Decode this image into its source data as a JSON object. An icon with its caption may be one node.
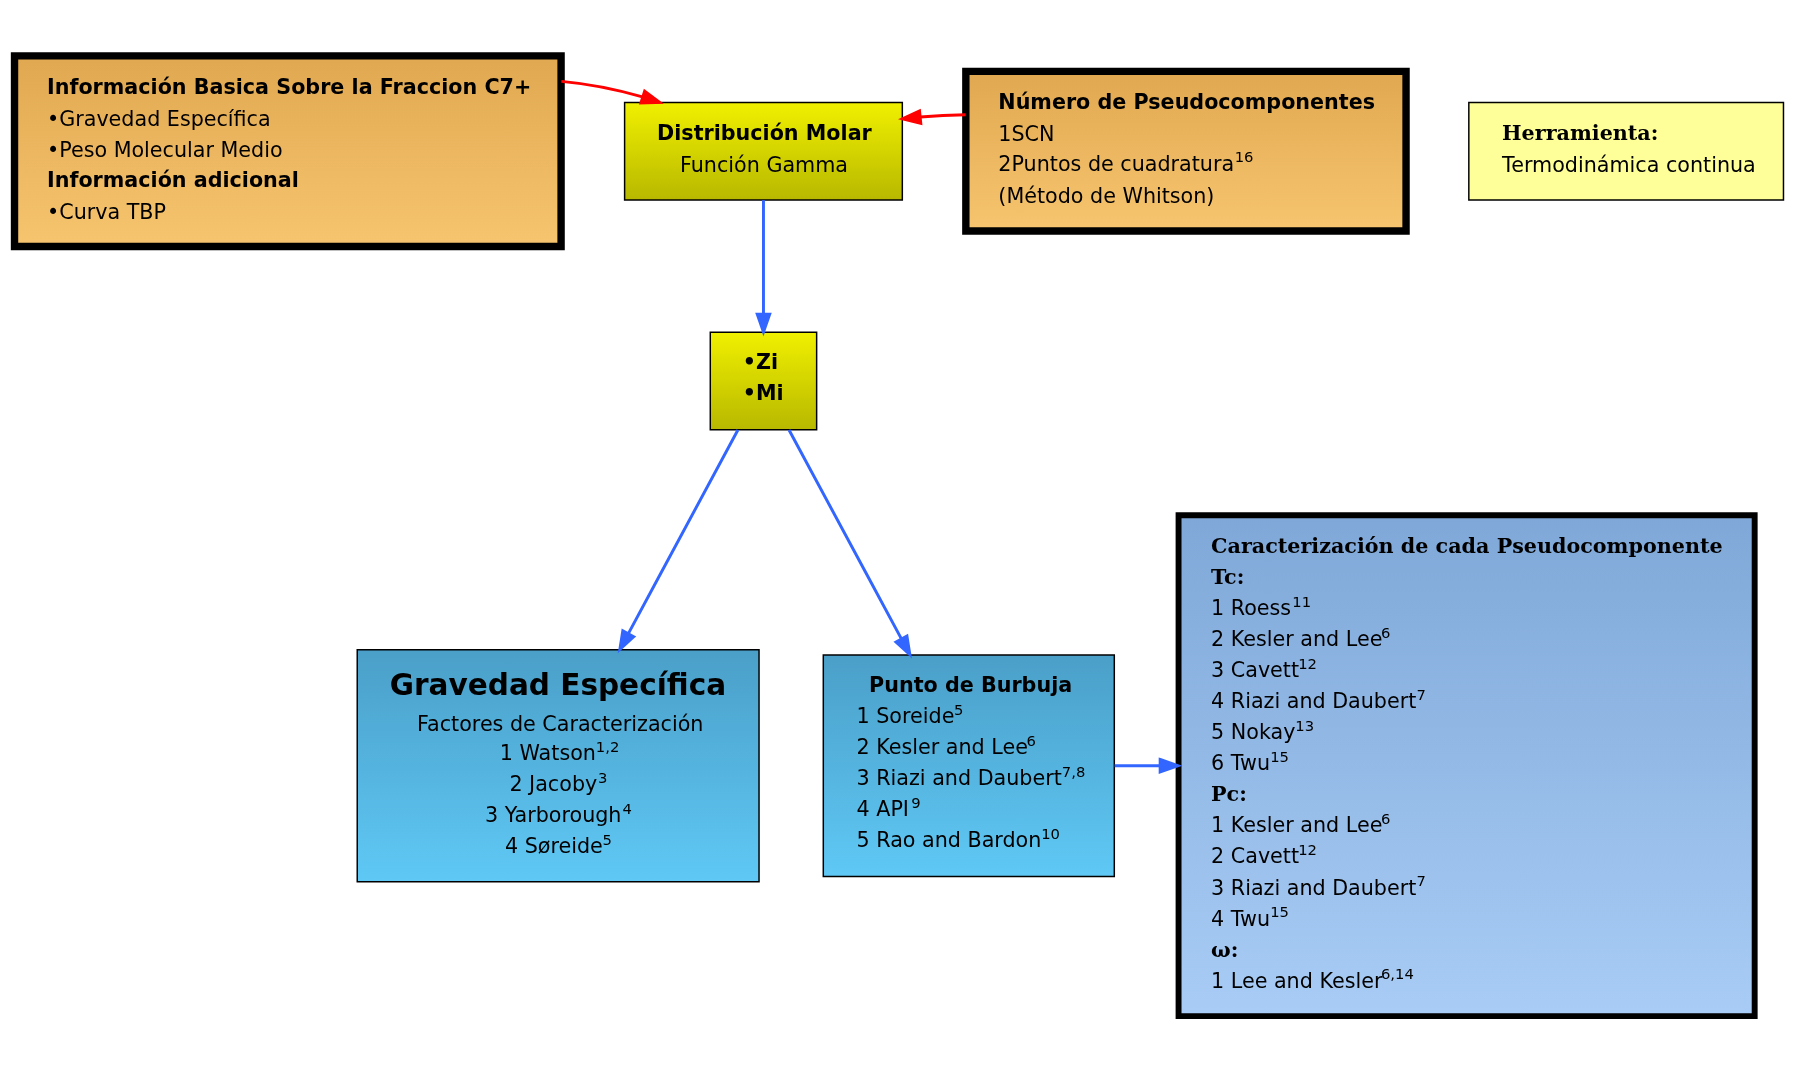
{
  "diagram": {
    "nodes": [
      {
        "text": [
          "Información Basica Sobre la Fraccion C7+",
          "•Gravedad Específica",
          "•Peso Molecular Medio",
          "Información adicional",
          "•Curva TBP"
        ]
      },
      {
        "text": [
          "Distribución Molar",
          "Función Gamma"
        ]
      },
      {
        "text": [
          "Número de Pseudocomponentes",
          "1SCN",
          "2Puntos de cuadratura$^{16}$",
          "(Método de Whitson)"
        ]
      },
      {
        "text": [
          "Herramienta:",
          "Termodinámica continua"
        ]
      },
      {
        "text": [
          "•Zi",
          "•Mi"
        ]
      },
      {
        "text": [
          "Gravedad Específica",
          "Factores de Caracterización",
          "1 Watson$^{1,2}$",
          "2 Jacoby$^{3}$",
          "3 Yarborough$^{4}$",
          "4 Søreide$^{5}$"
        ]
      },
      {
        "text": [
          "Punto de Burbuja",
          "1 Soreide$^{5}$",
          "2 Kesler and Lee$^{6}$",
          "3 Riazi and Daubert$^{7,8}$",
          "4 API$^{9}$",
          "5 Rao and Bardon$^{10}$"
        ]
      },
      {
        "text": [
          "Caracterización de cada Pseudocomponente",
          "Tc:",
          "1 Roess$^{11}$",
          "2 Kesler and Lee$^{6}$",
          "3 Cavett$^{12}$",
          "4 Riazi and Daubert$^{7}$",
          "5 Nokay$^{13}$",
          "6 Twu$^{15}$",
          "Pc:",
          "1 Kesler and Lee$^{6}$",
          "2 Cavett$^{12}$",
          "3 Riazi and Daubert$^{7}$",
          "4 Twu$^{15}$",
          "ω:",
          "1 Lee and Kesler$^{6,14}$"
        ]
      }
    ],
    "edges": [
      {
        "from": 0,
        "to": 1,
        "arrow": "to",
        "color": "#ff0000"
      },
      {
        "from": 2,
        "to": 1,
        "arrow": "to",
        "color": "#ff0000"
      },
      {
        "from": 1,
        "to": 4,
        "arrow": "to"
      },
      {
        "from": 4,
        "to": 5,
        "arrow": "to"
      },
      {
        "from": 4,
        "to": 6,
        "arrow": "to"
      },
      {
        "from": 6,
        "to": 7,
        "arrow": "to"
      }
    ]
  }
}
